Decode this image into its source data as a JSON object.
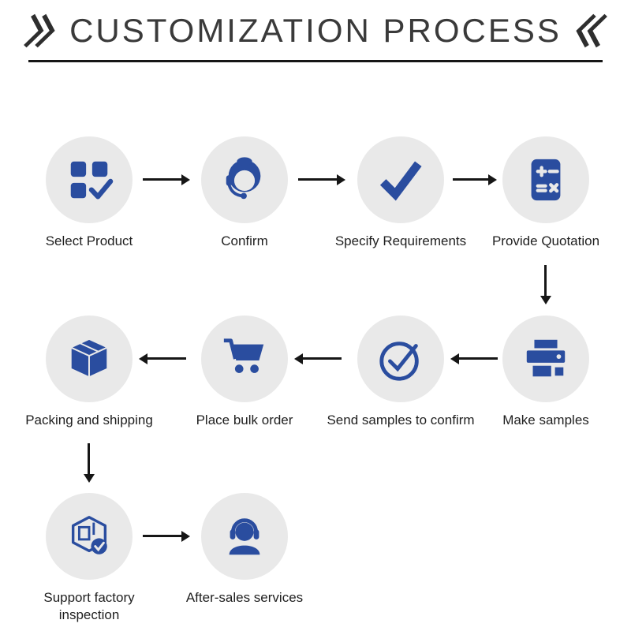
{
  "title": {
    "text": "CUSTOMIZATION PROCESS"
  },
  "colors": {
    "icon_blue": "#2a4d9f",
    "circle_bg": "#e9e9e9",
    "arrow_black": "#161616",
    "title_gray": "#3a3a3a",
    "label_gray": "#1f1f1f"
  },
  "steps": [
    {
      "label": "Select Product",
      "icon": "product-grid-check-icon"
    },
    {
      "label": "Confirm",
      "icon": "customer-service-icon"
    },
    {
      "label": "Specify Requirements",
      "icon": "checkmark-icon"
    },
    {
      "label": "Provide Quotation",
      "icon": "calculator-icon"
    },
    {
      "label": "Make samples",
      "icon": "printer-icon"
    },
    {
      "label": "Send samples to confirm",
      "icon": "circle-check-icon"
    },
    {
      "label": "Place bulk order",
      "icon": "shopping-cart-icon"
    },
    {
      "label": "Packing and shipping",
      "icon": "package-box-icon"
    },
    {
      "label": "Support factory inspection",
      "icon": "factory-inspection-icon"
    },
    {
      "label": "After-sales services",
      "icon": "after-sales-headset-icon"
    }
  ]
}
